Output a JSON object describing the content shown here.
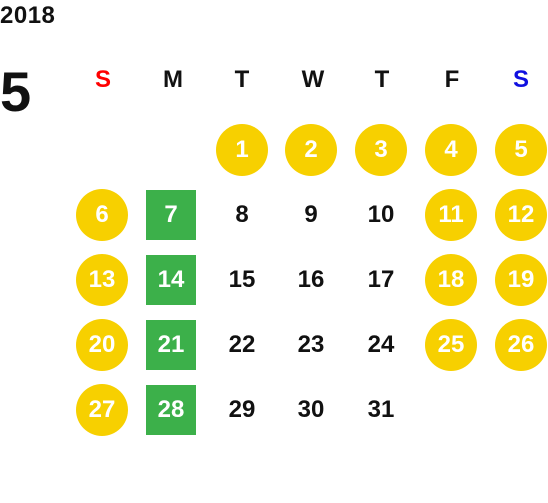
{
  "calendar": {
    "year": "2018",
    "month": "5",
    "weekdays": [
      "S",
      "M",
      "T",
      "W",
      "T",
      "F",
      "S"
    ],
    "colors": {
      "sunday": "#ff0000",
      "saturday": "#1010e0",
      "holiday": "#f7d000",
      "closed": "#3cb04a"
    },
    "days": [
      {
        "day": "1",
        "type": "holiday"
      },
      {
        "day": "2",
        "type": "holiday"
      },
      {
        "day": "3",
        "type": "holiday"
      },
      {
        "day": "4",
        "type": "holiday"
      },
      {
        "day": "5",
        "type": "holiday"
      },
      {
        "day": "6",
        "type": "holiday"
      },
      {
        "day": "7",
        "type": "closed"
      },
      {
        "day": "8",
        "type": "normal"
      },
      {
        "day": "9",
        "type": "normal"
      },
      {
        "day": "10",
        "type": "normal"
      },
      {
        "day": "11",
        "type": "holiday"
      },
      {
        "day": "12",
        "type": "holiday"
      },
      {
        "day": "13",
        "type": "holiday"
      },
      {
        "day": "14",
        "type": "closed"
      },
      {
        "day": "15",
        "type": "normal"
      },
      {
        "day": "16",
        "type": "normal"
      },
      {
        "day": "17",
        "type": "normal"
      },
      {
        "day": "18",
        "type": "holiday"
      },
      {
        "day": "19",
        "type": "holiday"
      },
      {
        "day": "20",
        "type": "holiday"
      },
      {
        "day": "21",
        "type": "closed"
      },
      {
        "day": "22",
        "type": "normal"
      },
      {
        "day": "23",
        "type": "normal"
      },
      {
        "day": "24",
        "type": "normal"
      },
      {
        "day": "25",
        "type": "holiday"
      },
      {
        "day": "26",
        "type": "holiday"
      },
      {
        "day": "27",
        "type": "holiday"
      },
      {
        "day": "28",
        "type": "closed"
      },
      {
        "day": "29",
        "type": "normal"
      },
      {
        "day": "30",
        "type": "normal"
      },
      {
        "day": "31",
        "type": "normal"
      }
    ]
  }
}
